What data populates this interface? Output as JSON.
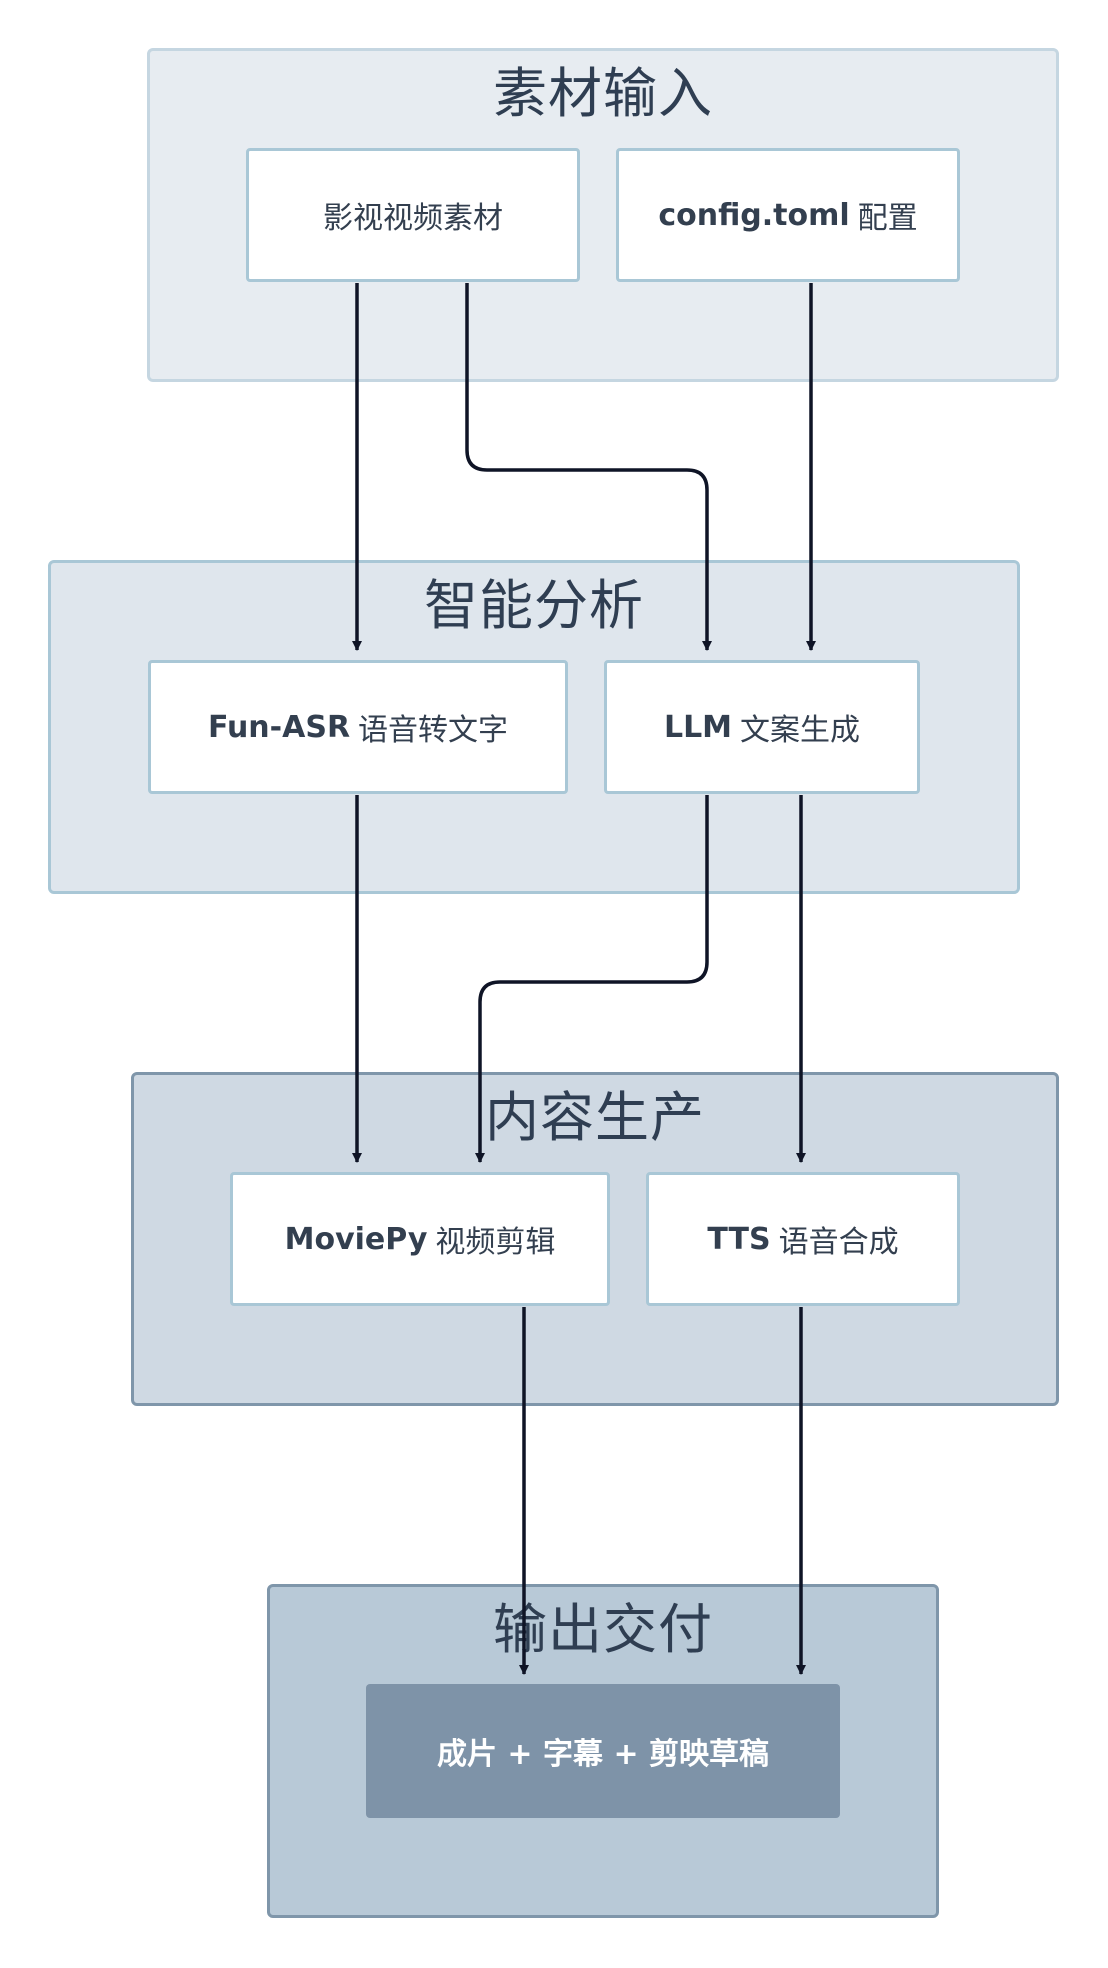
{
  "groups": {
    "input": {
      "title": "素材输入"
    },
    "analysis": {
      "title": "智能分析"
    },
    "production": {
      "title": "内容生产"
    },
    "delivery": {
      "title": "输出交付"
    }
  },
  "nodes": {
    "video_material": {
      "label": "影视视频素材"
    },
    "config": {
      "bold": "config.toml",
      "label": "配置"
    },
    "asr": {
      "bold": "Fun-ASR",
      "label": "语音转文字"
    },
    "llm": {
      "bold": "LLM",
      "label": "文案生成"
    },
    "moviepy": {
      "bold": "MoviePy",
      "label": "视频剪辑"
    },
    "tts": {
      "bold": "TTS",
      "label": "语音合成"
    },
    "output": {
      "label": "成片 + 字幕 + 剪映草稿"
    }
  },
  "edges": [
    {
      "from": "影视视频素材",
      "to": "Fun-ASR 语音转文字"
    },
    {
      "from": "影视视频素材",
      "to": "LLM 文案生成"
    },
    {
      "from": "config.toml 配置",
      "to": "LLM 文案生成"
    },
    {
      "from": "Fun-ASR 语音转文字",
      "to": "MoviePy 视频剪辑"
    },
    {
      "from": "LLM 文案生成",
      "to": "MoviePy 视频剪辑"
    },
    {
      "from": "LLM 文案生成",
      "to": "TTS 语音合成"
    },
    {
      "from": "MoviePy 视频剪辑",
      "to": "成片 + 字幕 + 剪映草稿"
    },
    {
      "from": "TTS 语音合成",
      "to": "成片 + 字幕 + 剪映草稿"
    }
  ],
  "colors": {
    "group_input_fill": "#e7ecf1",
    "group_input_border": "#c5d6e1",
    "group_analysis_fill": "#dfe6ed",
    "group_analysis_border": "#a9c7d6",
    "group_production_fill": "#cfd9e3",
    "group_production_border": "#7f96aa",
    "group_delivery_fill": "#b8c9d7",
    "group_delivery_border": "#7f96aa",
    "node_border": "#a9c7d6",
    "output_fill": "#7e93a8",
    "edge": "#0f1426"
  }
}
